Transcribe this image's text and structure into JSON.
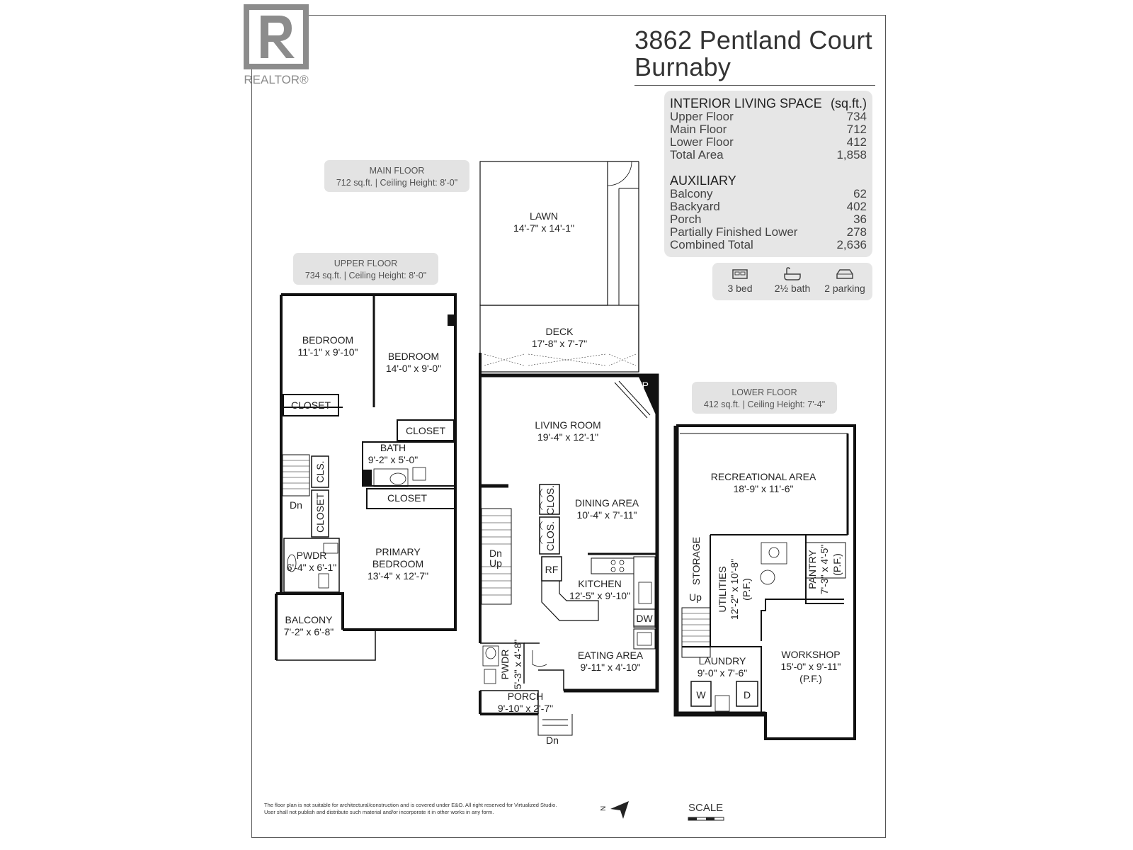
{
  "brand": {
    "logo_letter": "R",
    "logo_text": "REALTOR®"
  },
  "address": {
    "line1": "3862 Pentland Court",
    "line2": "Burnaby"
  },
  "area_table": {
    "interior_heading": "INTERIOR LIVING SPACE",
    "unit_label": "(sq.ft.)",
    "interior_rows": [
      {
        "label": "Upper Floor",
        "value": "734"
      },
      {
        "label": "Main Floor",
        "value": "712"
      },
      {
        "label": "Lower Floor",
        "value": "412"
      },
      {
        "label": "Total Area",
        "value": "1,858"
      }
    ],
    "auxiliary_heading": "AUXILIARY",
    "auxiliary_rows": [
      {
        "label": "Balcony",
        "value": "62"
      },
      {
        "label": "Backyard",
        "value": "402"
      },
      {
        "label": "Porch",
        "value": "36"
      },
      {
        "label": "Partially Finished Lower",
        "value": "278"
      },
      {
        "label": "Combined Total",
        "value": "2,636"
      }
    ]
  },
  "features": [
    {
      "icon": "bed-icon",
      "label": "3 bed"
    },
    {
      "icon": "bathtub-icon",
      "label": "2½ bath"
    },
    {
      "icon": "car-icon",
      "label": "2 parking"
    }
  ],
  "floors": {
    "main": {
      "name": "MAIN FLOOR",
      "info": "712 sq.ft. | Ceiling Height: 8'-0\""
    },
    "upper": {
      "name": "UPPER FLOOR",
      "info": "734 sq.ft. | Ceiling Height: 8'-0\""
    },
    "lower": {
      "name": "LOWER FLOOR",
      "info": "412 sq.ft. | Ceiling Height: 7'-4\""
    }
  },
  "rooms": {
    "lawn": {
      "name": "LAWN",
      "dims": "14'-7\" x 14'-1\""
    },
    "deck": {
      "name": "DECK",
      "dims": "17'-8\" x 7'-7\""
    },
    "fp": "FP",
    "living": {
      "name": "LIVING ROOM",
      "dims": "19'-4\" x 12'-1\""
    },
    "dining": {
      "name": "DINING AREA",
      "dims": "10'-4\" x 7'-11\""
    },
    "clos1": "CLOS.",
    "clos2": "CLOS.",
    "rf": "RF",
    "kitchen": {
      "name": "KITCHEN",
      "dims": "12'-5\" x 9'-10\""
    },
    "dw": "DW",
    "eating": {
      "name": "EATING AREA",
      "dims": "9'-11\" x 4'-10\""
    },
    "pwdr_main": {
      "name": "PWDR",
      "dims": "5'-3\" x 4'-8\""
    },
    "porch": {
      "name": "PORCH",
      "dims": "9'-10\" x 2'-7\""
    },
    "dn_main": "Dn",
    "up_main": "Up",
    "dn_porch": "Dn",
    "bed1": {
      "name": "BEDROOM",
      "dims": "11'-1\" x 9'-10\""
    },
    "bed2": {
      "name": "BEDROOM",
      "dims": "14'-0\" x 9'-0\""
    },
    "closet1": "CLOSET",
    "closet2": "CLOSET",
    "bath": {
      "name": "BATH",
      "dims": "9'-2\" x 5'-0\""
    },
    "cls": "CLS.",
    "closet3": "CLOSET",
    "closet4": "CLOSET",
    "dn_upper": "Dn",
    "primary": {
      "name1": "PRIMARY",
      "name2": "BEDROOM",
      "dims": "13'-4\" x 12'-7\""
    },
    "pwdr_upper": {
      "name": "PWDR",
      "dims": "6'-4\" x 6'-1\""
    },
    "balcony": {
      "name": "BALCONY",
      "dims": "7'-2\" x 6'-8\""
    },
    "rec": {
      "name": "RECREATIONAL AREA",
      "dims": "18'-9\" x 11'-6\""
    },
    "storage": "STORAGE",
    "up_lower": "Up",
    "utilities": {
      "name": "UTILITIES",
      "dims": "12'-2\" x 10'-8\"",
      "note": "(P.F.)"
    },
    "pantry": {
      "name": "PANTRY",
      "dims": "7'-3\" x 4'-5\"",
      "note": "(P.F.)"
    },
    "laundry": {
      "name": "LAUNDRY",
      "dims": "9'-0\" x 7'-6\""
    },
    "washer": "W",
    "dryer": "D",
    "workshop": {
      "name": "WORKSHOP",
      "dims": "15'-0\" x 9'-11\"",
      "note": "(P.F.)"
    }
  },
  "compass_label": "N",
  "scale_label": "SCALE",
  "disclaimer": "The floor plan is not suitable for architectural/construction and is covered under E&O. All right reserved for Virtualized Studio. User shall not publish and distribute such material and/or incorporate it in other works in any form.",
  "colors": {
    "wall": "#111111",
    "panel": "#e6e6e6",
    "text": "#222222"
  }
}
